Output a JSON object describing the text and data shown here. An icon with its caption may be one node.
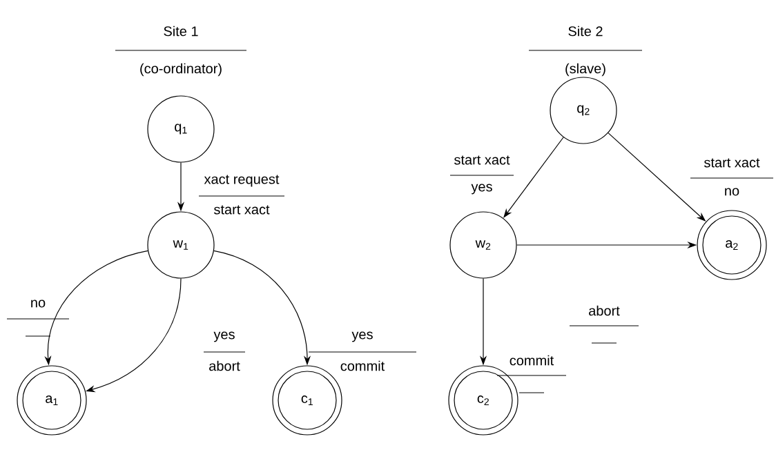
{
  "diagram": {
    "nodes": [
      {
        "text": [
          "q$_{1}$"
        ]
      },
      {
        "text": [
          "w$_{1}$"
        ]
      },
      {
        "text": [
          "a$_{1}$"
        ]
      },
      {
        "text": [
          "c$_{1}$"
        ]
      },
      {
        "text": [
          "q$_{2}$"
        ]
      },
      {
        "text": [
          "w$_{2}$"
        ]
      },
      {
        "text": [
          "a$_{2}$"
        ]
      },
      {
        "text": [
          "c$_{2}$"
        ]
      }
    ],
    "edges": [
      {
        "from": 0,
        "to": 1,
        "arrow": "to",
        "label": "xact request"
      },
      {
        "from": 1,
        "to": 2,
        "arrow": "to",
        "label": "no"
      },
      {
        "from": 1,
        "to": 2,
        "arrow": "to",
        "label": "yes"
      },
      {
        "from": 1,
        "to": 3,
        "arrow": "to",
        "label": "yes"
      },
      {
        "from": 4,
        "to": 5,
        "arrow": "to",
        "label": "start xact"
      },
      {
        "from": 4,
        "to": 6,
        "arrow": "to",
        "label": "start xact"
      },
      {
        "from": 5,
        "to": 6,
        "arrow": "to",
        "label": "abort"
      },
      {
        "from": 5,
        "to": 7,
        "arrow": "to",
        "label": "commit"
      }
    ],
    "labels": [
      "Site 1",
      "(co-ordinator)",
      "Site 2",
      "(slave)",
      "start xact",
      "abort",
      "commit",
      "yes",
      "no"
    ]
  }
}
